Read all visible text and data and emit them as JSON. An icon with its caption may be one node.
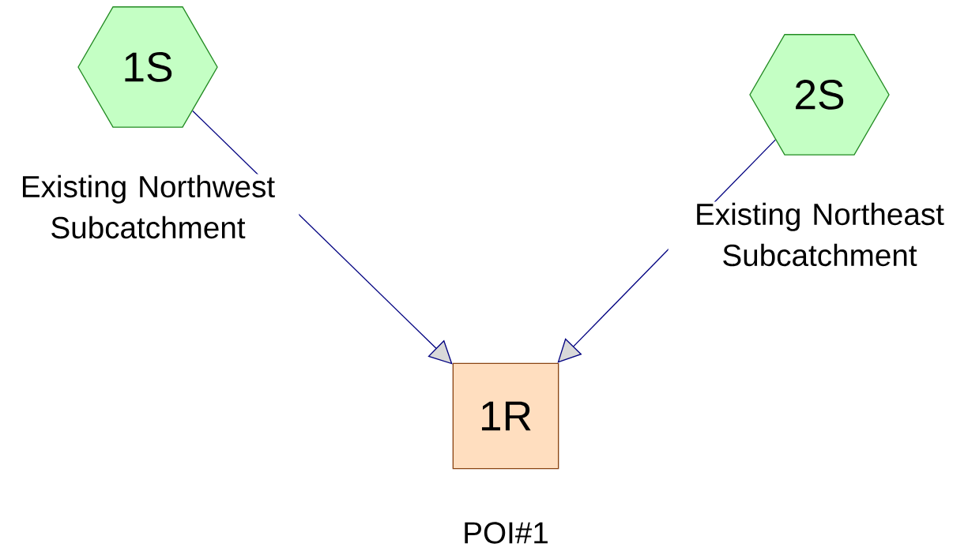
{
  "diagram": {
    "nodes": [
      {
        "text": [
          "1S"
        ],
        "beside": [
          "Existing Northwest Subcatchment"
        ]
      },
      {
        "text": [
          "2S"
        ],
        "beside": [
          "Existing Northeast Subcatchment"
        ]
      },
      {
        "text": [
          "1R"
        ],
        "beside": [
          "POI#1"
        ]
      }
    ],
    "edges": [
      {
        "from": 0,
        "to": 2,
        "arrow": "to"
      },
      {
        "from": 1,
        "to": 2,
        "arrow": "to"
      }
    ]
  }
}
